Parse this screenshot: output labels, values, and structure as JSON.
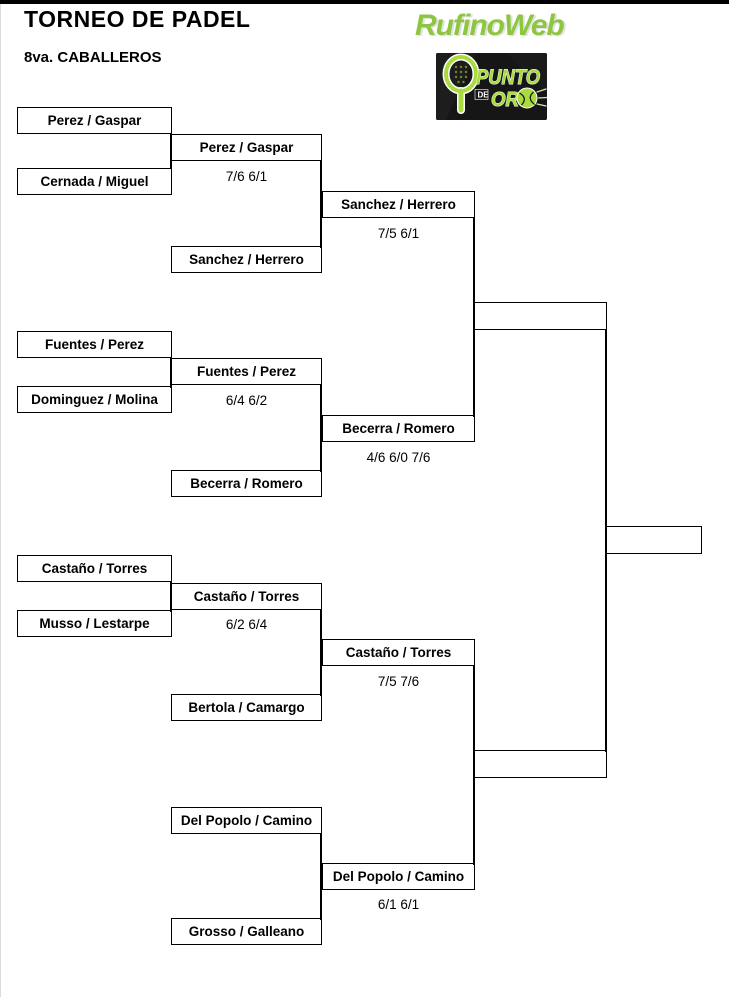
{
  "header": {
    "title": "TORNEO DE PADEL",
    "category": "8va. CABALLEROS"
  },
  "logos": {
    "rufinoweb_text": "RufinoWeb",
    "punto_de_oro": {
      "word1": "PUNTO",
      "word2": "DE",
      "word3": "OR"
    }
  },
  "colors": {
    "rufino_green": "#8dc63f",
    "punto_green": "#aadb3e",
    "logo_background": "#161616",
    "bracket_line": "#000000"
  },
  "bracket": {
    "round1": {
      "match1_team1": "Perez / Gaspar",
      "match1_team2": "Cernada / Miguel",
      "match2_team1": "Fuentes / Perez",
      "match2_team2": "Dominguez / Molina",
      "match3_team1": "Castaño / Torres",
      "match3_team2": "Musso / Lestarpe"
    },
    "round2": {
      "winner1": "Perez / Gaspar",
      "score1": "7/6 6/1",
      "team_sanchez": "Sanchez / Herrero",
      "winner2": "Fuentes / Perez",
      "score2": "6/4 6/2",
      "team_becerra": "Becerra / Romero",
      "winner3": "Castaño / Torres",
      "score3": "6/2 6/4",
      "team_bertola": "Bertola / Camargo",
      "team_delpopolo": "Del Popolo / Camino",
      "team_grosso": "Grosso / Galleano"
    },
    "round3": {
      "winner1": "Sanchez / Herrero",
      "score1": "7/5 6/1",
      "winner2": "Becerra / Romero",
      "score2": "4/6 6/0 7/6",
      "winner3": "Castaño / Torres",
      "score3": "7/5 7/6",
      "winner4": "Del Popolo / Camino",
      "score4": "6/1 6/1"
    },
    "round4": {
      "winner1": "",
      "winner2": ""
    },
    "final": {
      "champion": ""
    }
  }
}
